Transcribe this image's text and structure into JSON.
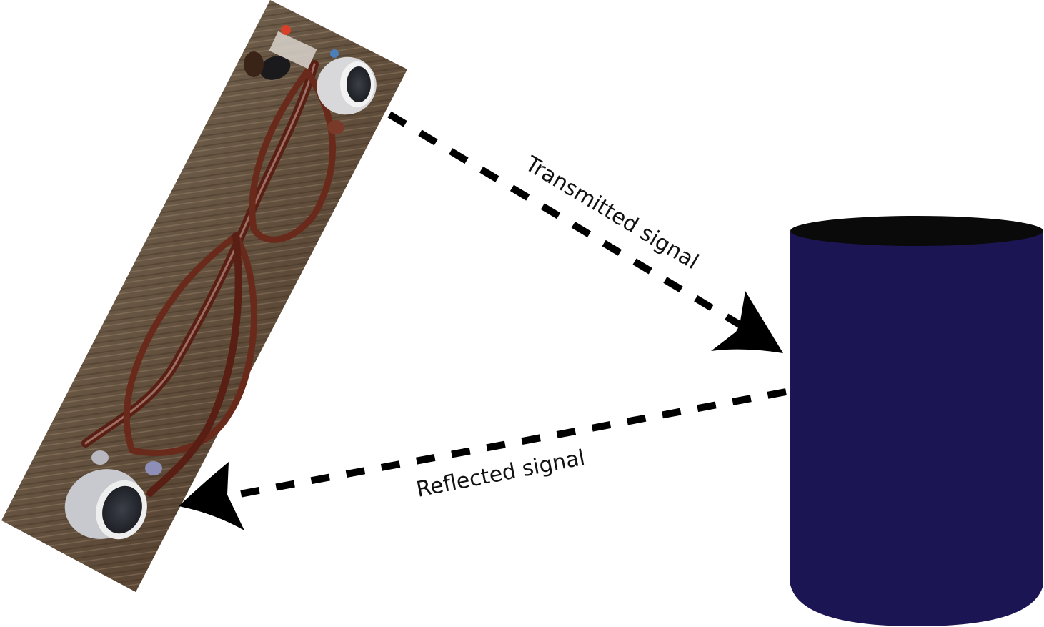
{
  "diagram": {
    "type": "ultrasonic-echo-ranging",
    "elements": {
      "device": {
        "description": "Eyeglass frame with two ultrasonic sensors mounted on the temples (photo)",
        "sensors": [
          "transmitter",
          "receiver"
        ]
      },
      "obstacle": {
        "shape": "cylinder",
        "body_color": "#1c1553",
        "top_color": "#0a0a0a"
      }
    },
    "arrows": [
      {
        "id": "transmitted",
        "label": "Transmitted signal",
        "from": "device-top-sensor",
        "to": "obstacle",
        "style": "dashed"
      },
      {
        "id": "reflected",
        "label": "Reflected signal",
        "from": "obstacle",
        "to": "device-bottom-sensor",
        "style": "dashed"
      }
    ],
    "colors": {
      "arrow": "#000000",
      "text": "#111111",
      "background": "#ffffff"
    }
  }
}
